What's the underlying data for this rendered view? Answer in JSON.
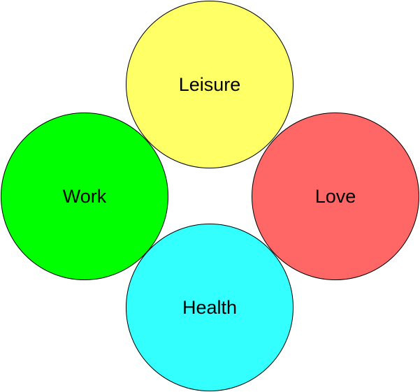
{
  "circles": {
    "leisure": {
      "label": "Leisure",
      "color": "#ffff66"
    },
    "work": {
      "label": "Work",
      "color": "#00ff00"
    },
    "love": {
      "label": "Love",
      "color": "#ff6666"
    },
    "health": {
      "label": "Health",
      "color": "#33ffff"
    }
  }
}
